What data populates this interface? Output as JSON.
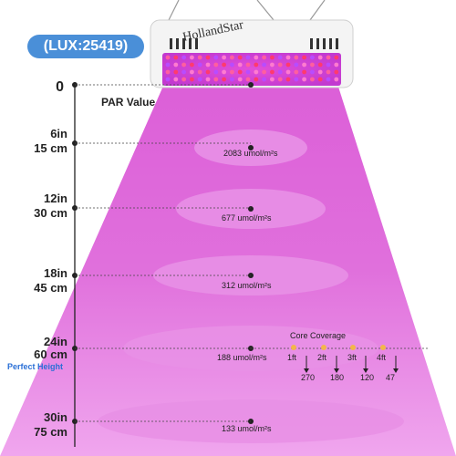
{
  "lux_badge": "(LUX:25419)",
  "brand": "HollandStar",
  "par_title": "PAR Value",
  "perfect_height": "Perfect Height",
  "heights": [
    {
      "in": "0",
      "cm": ""
    },
    {
      "in": "6in",
      "cm": "15 cm"
    },
    {
      "in": "12in",
      "cm": "30 cm"
    },
    {
      "in": "18in",
      "cm": "45 cm"
    },
    {
      "in": "24in",
      "cm": "60 cm"
    },
    {
      "in": "30in",
      "cm": "75 cm"
    }
  ],
  "par_values": [
    "2083 umol/m²s",
    "677 umol/m²s",
    "312 umol/m²s",
    "188 umol/m²s",
    "133 umol/m²s"
  ],
  "core_coverage": {
    "title": "Core Coverage",
    "distances": [
      "1ft",
      "2ft",
      "3ft",
      "4ft"
    ],
    "values": [
      "270",
      "180",
      "120",
      "47"
    ]
  },
  "colors": {
    "beam": "#e070dc",
    "ellipse": "#e890e6",
    "lux_badge": "#4a8fd8",
    "perfect_height": "#2a6fd6"
  }
}
